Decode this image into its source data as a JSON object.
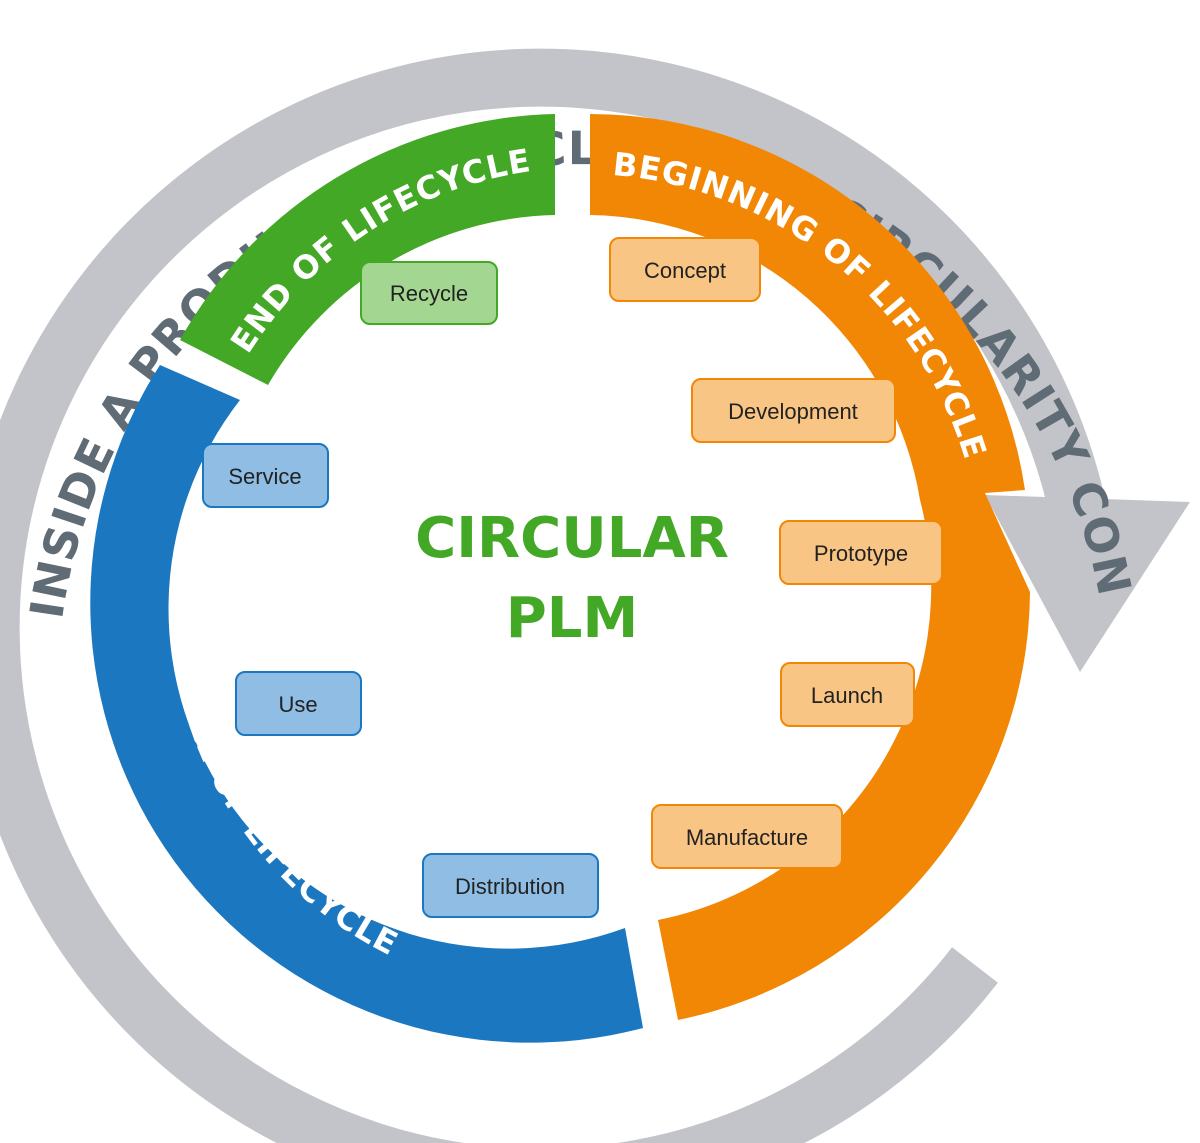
{
  "outer_ring": {
    "label": "INSIDE A PRODUCT LIFECYCLE USING CIRCULARITY CONCEPTS",
    "ring_color": "#c3c4c9",
    "text_color": "#5f6b75"
  },
  "center": {
    "line1": "CIRCULAR",
    "line2": "PLM",
    "color": "#43a825"
  },
  "phases": {
    "end": {
      "label": "END OF LIFECYCLE",
      "color": "#43a825",
      "stages": [
        "Recycle"
      ],
      "box_fill": "#a3d690",
      "box_stroke": "#43a825"
    },
    "beginning": {
      "label": "BEGINNING OF LIFECYCLE",
      "color": "#f28705",
      "stages": [
        "Concept",
        "Development",
        "Prototype",
        "Launch",
        "Manufacture"
      ],
      "box_fill": "#f9c584",
      "box_stroke": "#f28705"
    },
    "middle": {
      "label": "MIDDLE OF LIFECYCLE",
      "color": "#1b78c0",
      "stages": [
        "Service",
        "Use",
        "Distribution"
      ],
      "box_fill": "#8fbde3",
      "box_stroke": "#1b78c0"
    }
  }
}
